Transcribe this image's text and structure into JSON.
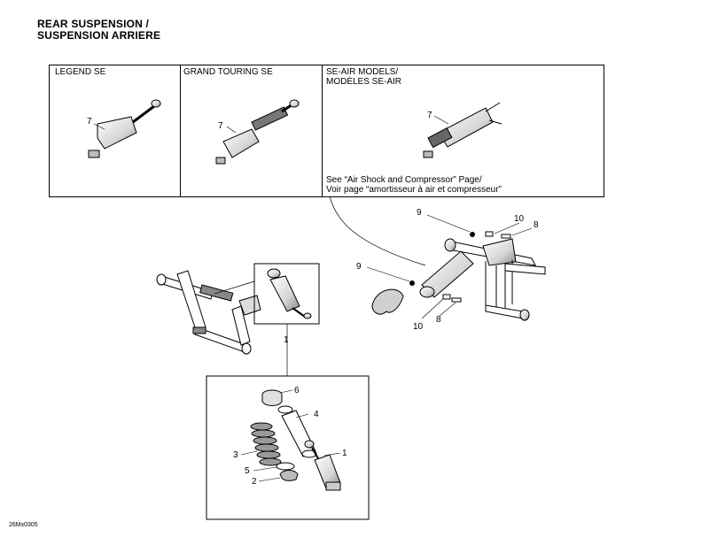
{
  "title": {
    "line1": "REAR SUSPENSION /",
    "line2": "SUSPENSION ARRIERE"
  },
  "panels": [
    {
      "label": "LEGEND SE"
    },
    {
      "label": "GRAND TOURING SE"
    },
    {
      "label_line1": "SE-AIR MODELS/",
      "label_line2": "MODÈLES SE-AIR"
    }
  ],
  "note": {
    "line1": "See “Air Shock and Compressor” Page/",
    "line2": "Voir page “amortisseur à air et compresseur”"
  },
  "callouts": {
    "c1": "1",
    "c2": "2",
    "c3": "3",
    "c4": "4",
    "c5": "5",
    "c6": "6",
    "c7": "7",
    "c8": "8",
    "c9": "9",
    "c10": "10"
  },
  "diagram_code": "26Mx0305",
  "icons": [
    "shock-absorber-icon",
    "air-shock-icon",
    "spring-icon",
    "bumper-icon",
    "bolt-icon",
    "nut-icon",
    "bracket-icon",
    "frame-icon"
  ]
}
